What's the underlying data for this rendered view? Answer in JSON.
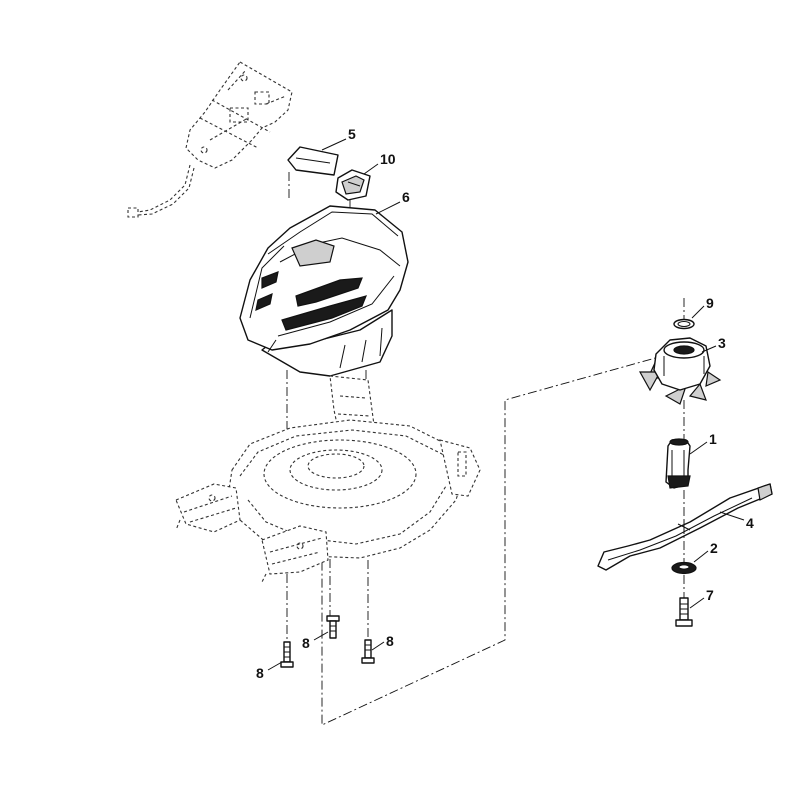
{
  "callouts": [
    {
      "id": "c1",
      "label": "1"
    },
    {
      "id": "c2",
      "label": "2"
    },
    {
      "id": "c3",
      "label": "3"
    },
    {
      "id": "c4",
      "label": "4"
    },
    {
      "id": "c5",
      "label": "5"
    },
    {
      "id": "c6",
      "label": "6"
    },
    {
      "id": "c7",
      "label": "7"
    },
    {
      "id": "c8a",
      "label": "8"
    },
    {
      "id": "c8b",
      "label": "8"
    },
    {
      "id": "c8c",
      "label": "8"
    },
    {
      "id": "c9",
      "label": "9"
    },
    {
      "id": "c10",
      "label": "10"
    }
  ]
}
